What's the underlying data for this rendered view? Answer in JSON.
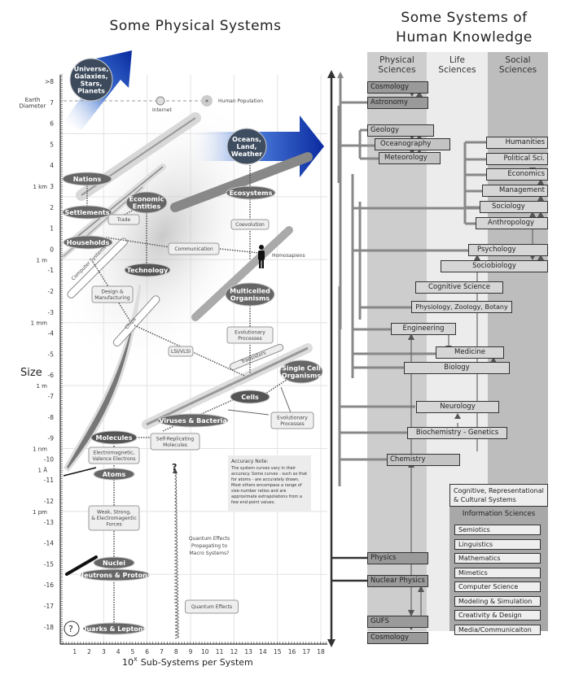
{
  "left_panel": {
    "title": "Some Physical Systems",
    "y_axis": {
      "label": "Size",
      "ticks": [
        ">8",
        "7",
        "6",
        "5",
        "4",
        "3",
        "2",
        "1",
        "0",
        "-1",
        "-2",
        "-3",
        "-4",
        "-5",
        "-6",
        "-7",
        "-8",
        "-9",
        "-10",
        "-11",
        "-12",
        "-13",
        "-14",
        "-15",
        "-16",
        "-17",
        "-18"
      ],
      "unit_marks": [
        {
          "text": "Earth",
          "at": 7.15
        },
        {
          "text": "Diameter",
          "at": 6.85
        },
        {
          "text": "1 km",
          "at": 3
        },
        {
          "text": "1 m",
          "at": -0.5
        },
        {
          "text": "1 mm",
          "at": -3.5
        },
        {
          "text": "1 m",
          "at": -6.5
        },
        {
          "text": "1 nm",
          "at": -9.5
        },
        {
          "text": "1 Å",
          "at": -10.5
        },
        {
          "text": "1 pm",
          "at": -12.5
        }
      ]
    },
    "x_axis": {
      "label_base": "10",
      "label_exp": "X",
      "label_rest": "Sub-Systems per System",
      "ticks": [
        "1",
        "2",
        "3",
        "4",
        "5",
        "6",
        "7",
        "8",
        "9",
        "10",
        "11",
        "12",
        "13",
        "14",
        "15",
        "16",
        "17",
        "18"
      ]
    },
    "ovals": {
      "universe": [
        "Universe,",
        "Galaxies,",
        "Stars,",
        "Planets"
      ],
      "oceans": [
        "Oceans,",
        "Land,",
        "Weather"
      ],
      "nations": "Nations",
      "settlements": "Settlements",
      "economic": [
        "Economic",
        "Entities"
      ],
      "ecosystems": "Ecosystems",
      "households": "Households",
      "technology": "Technology",
      "multicelled": [
        "Multicelled",
        "Organisms"
      ],
      "single_cell": [
        "Single Cell",
        "Organisms"
      ],
      "cells": "Cells",
      "viruses": "Viruses & Bacteria",
      "molecules": "Molecules",
      "atoms": "Atoms",
      "nuclei": "Nuclei",
      "neutrons": "Neutrons & Protons",
      "quarks": "Quarks & Leptons"
    },
    "boxes": {
      "trade": "Trade",
      "coevolution": "Coevolution",
      "communication": "Communication",
      "design": [
        "Design &",
        "Manufacturing"
      ],
      "evo1": [
        "Evolutionary",
        "Processes"
      ],
      "lsivlsi": "LSI/VLSI",
      "evo2": [
        "Evolutionary",
        "Processes"
      ],
      "self_rep": [
        "Self-Replicating",
        "Molecules"
      ],
      "em": [
        "Electromagnetic,",
        "Valence Electrons"
      ],
      "forces": [
        "Weak, Strong,",
        "& Electromagentic",
        "Forces"
      ],
      "quantum": "Quantum Effects"
    },
    "labels": {
      "internet": "Internet",
      "human_population": "Human Population",
      "homosapiens": "Homosapiens",
      "computer_systems": "Computer Systems",
      "chips": "Chips",
      "transistors": "Transistors",
      "question": "?",
      "quantum_propagating": [
        "Quantum Effects",
        "Propagating to",
        "Macro Systems?"
      ]
    },
    "accuracy_note": {
      "title": "Accuracy Note:",
      "lines": [
        "The system curves vary in their",
        "accuracy. Some curves - such as that",
        "for atoms - are accurately drawn.",
        "Most others encompass a range of",
        "size-number ratios and are",
        "approximate extrapolations from a",
        "few end-point values."
      ]
    }
  },
  "right_panel": {
    "title_line1": "Some Systems of",
    "title_line2": "Human Knowledge",
    "columns": [
      {
        "line1": "Physical",
        "line2": "Sciences"
      },
      {
        "line1": "Life",
        "line2": "Sciences"
      },
      {
        "line1": "Social",
        "line2": "Sciences"
      }
    ],
    "disciplines": {
      "cosmology_top": "Cosmology",
      "astronomy": "Astronomy",
      "geology": "Geology",
      "oceanography": "Oceanography",
      "meteorology": "Meteorology",
      "humanities": "Humanities",
      "political": "Political Sci.",
      "economics": "Economics",
      "management": "Management",
      "sociology": "Sociology",
      "anthropology": "Anthropology",
      "psychology": "Psychology",
      "sociobiology": "Sociobiology",
      "cognitive": "Cognitive Science",
      "physiology": "Physiology, Zoology, Botany",
      "engineering": "Engineering",
      "medicine": "Medicine",
      "biology": "Biology",
      "neurology": "Neurology",
      "biochem": "Biochemistry - Genetics",
      "chemistry": "Chemistry",
      "physics": "Physics",
      "nuclear": "Nuclear Physics",
      "gufs": "GUFS",
      "cosmology_bottom": "Cosmology"
    },
    "cultural_systems": [
      "Cognitive, Representational",
      "& Cultural Systems"
    ],
    "information_sciences": {
      "title": "Information Sciences",
      "items": [
        "Semiotics",
        "Linguistics",
        "Mathematics",
        "Mimetics",
        "Computer Science",
        "Modeling & Simulation",
        "Creativity & Design",
        "Media/Communicaiton"
      ]
    }
  }
}
